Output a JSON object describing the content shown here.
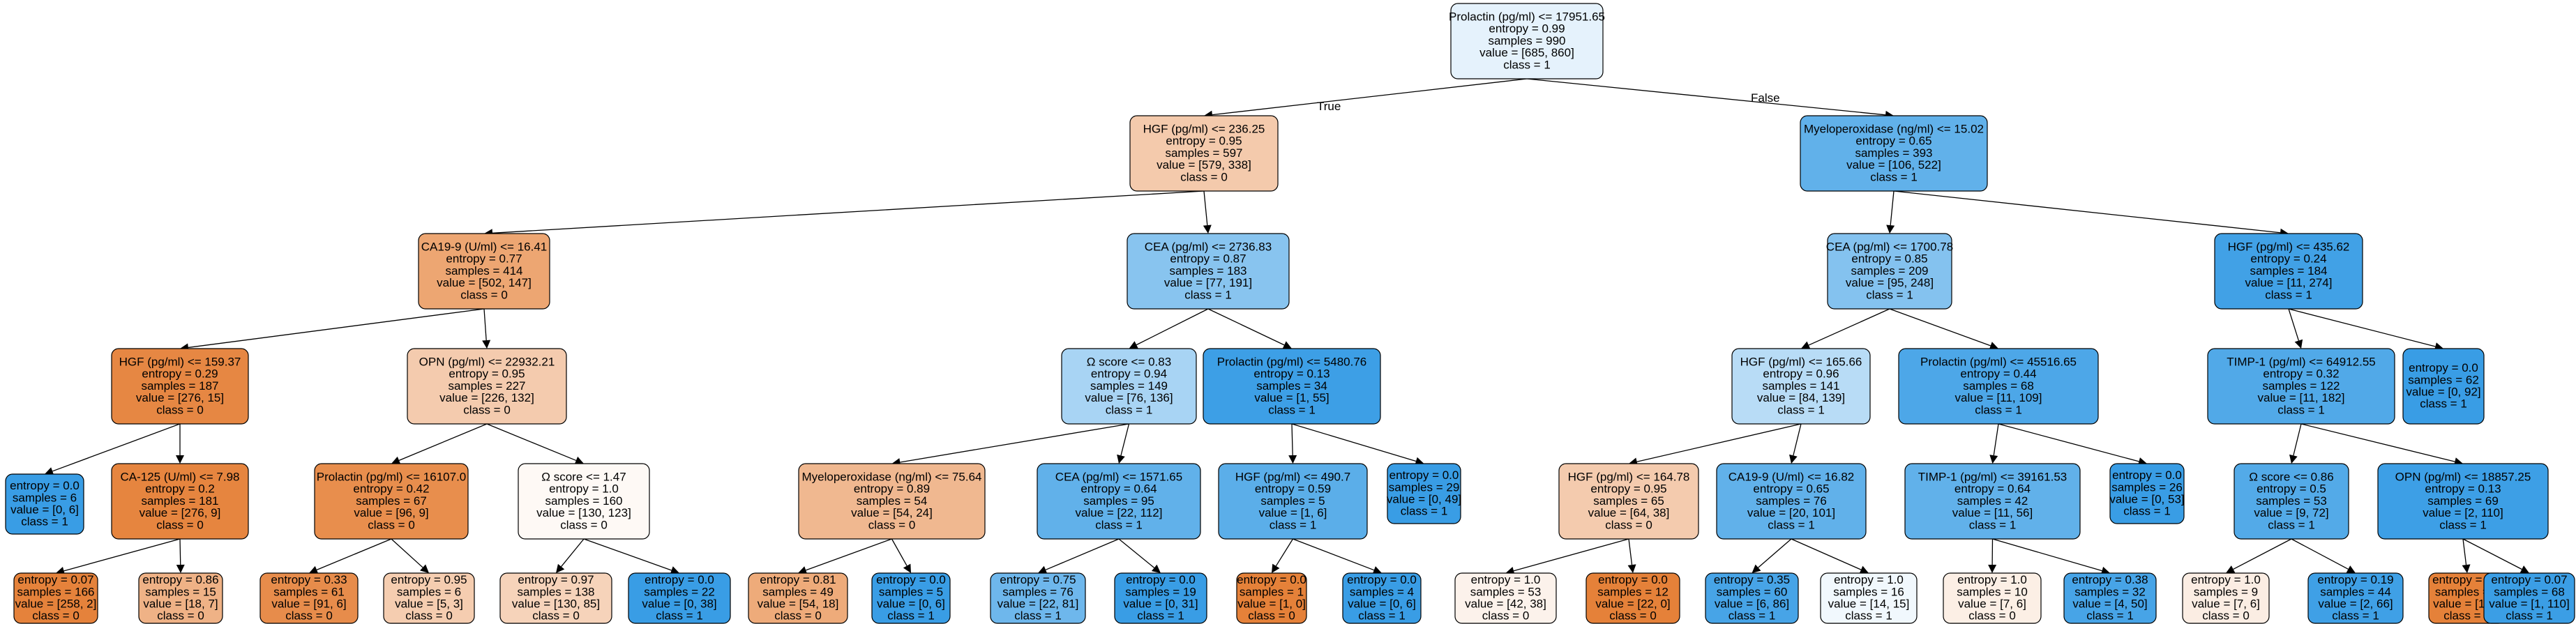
{
  "colors": {
    "class0_dark": "#e58139",
    "class1_dark": "#399de5",
    "edge": "#000000",
    "border": "#000000"
  },
  "edge_labels": {
    "true_label": "True",
    "false_label": "False"
  },
  "nodes": [
    {
      "id": "n0",
      "class": 1,
      "purity": 0.13,
      "lines": [
        "Prolactin (pg/ml) <= 17951.65",
        "entropy = 0.99",
        "samples = 990",
        "value = [685, 860]",
        "class = 1"
      ]
    },
    {
      "id": "n1",
      "class": 0,
      "purity": 0.42,
      "lines": [
        "HGF (pg/ml) <= 236.25",
        "entropy = 0.95",
        "samples = 597",
        "value = [579, 338]",
        "class = 0"
      ]
    },
    {
      "id": "n2",
      "class": 1,
      "purity": 0.8,
      "lines": [
        "Myeloperoxidase (ng/ml) <= 15.02",
        "entropy = 0.65",
        "samples = 393",
        "value = [106, 522]",
        "class = 1"
      ]
    },
    {
      "id": "n3",
      "class": 0,
      "purity": 0.71,
      "lines": [
        "CA19-9 (U/ml) <= 16.41",
        "entropy = 0.77",
        "samples = 414",
        "value = [502, 147]",
        "class = 0"
      ]
    },
    {
      "id": "n4",
      "class": 1,
      "purity": 0.6,
      "lines": [
        "CEA (pg/ml) <= 2736.83",
        "entropy = 0.87",
        "samples = 183",
        "value = [77, 191]",
        "class = 1"
      ]
    },
    {
      "id": "n5",
      "class": 1,
      "purity": 0.62,
      "lines": [
        "CEA (pg/ml) <= 1700.78",
        "entropy = 0.85",
        "samples = 209",
        "value = [95, 248]",
        "class = 1"
      ]
    },
    {
      "id": "n6",
      "class": 1,
      "purity": 0.96,
      "lines": [
        "HGF (pg/ml) <= 435.62",
        "entropy = 0.24",
        "samples = 184",
        "value = [11, 274]",
        "class = 1"
      ]
    },
    {
      "id": "n7",
      "class": 0,
      "purity": 0.95,
      "lines": [
        "HGF (pg/ml) <= 159.37",
        "entropy = 0.29",
        "samples = 187",
        "value = [276, 15]",
        "class = 0"
      ]
    },
    {
      "id": "n8",
      "class": 0,
      "purity": 0.41,
      "lines": [
        "OPN (pg/ml) <= 22932.21",
        "entropy = 0.95",
        "samples = 227",
        "value = [226, 132]",
        "class = 0"
      ]
    },
    {
      "id": "n9",
      "class": 1,
      "purity": 0.44,
      "lines": [
        "Ω score <= 0.83",
        "entropy = 0.94",
        "samples = 149",
        "value = [76, 136]",
        "class = 1"
      ]
    },
    {
      "id": "n10",
      "class": 1,
      "purity": 0.98,
      "lines": [
        "Prolactin (pg/ml) <= 5480.76",
        "entropy = 0.13",
        "samples = 34",
        "value = [1, 55]",
        "class = 1"
      ]
    },
    {
      "id": "n11",
      "class": 1,
      "purity": 0.36,
      "lines": [
        "HGF (pg/ml) <= 165.66",
        "entropy = 0.96",
        "samples = 141",
        "value = [84, 139]",
        "class = 1"
      ]
    },
    {
      "id": "n12",
      "class": 1,
      "purity": 0.9,
      "lines": [
        "Prolactin (pg/ml) <= 45516.65",
        "entropy = 0.44",
        "samples = 68",
        "value = [11, 109]",
        "class = 1"
      ]
    },
    {
      "id": "n13",
      "class": 1,
      "purity": 0.88,
      "lines": [
        "TIMP-1 (pg/ml) <= 64912.55",
        "entropy = 0.32",
        "samples = 122",
        "value = [11, 182]",
        "class = 1"
      ]
    },
    {
      "id": "n14",
      "class": 1,
      "purity": 1.0,
      "lines": [
        "entropy = 0.0",
        "samples = 62",
        "value = [0, 92]",
        "class = 1"
      ]
    },
    {
      "id": "n15",
      "class": 1,
      "purity": 1.0,
      "lines": [
        "entropy = 0.0",
        "samples = 6",
        "value = [0, 6]",
        "class = 1"
      ]
    },
    {
      "id": "n16",
      "class": 0,
      "purity": 0.97,
      "lines": [
        "CA-125 (U/ml) <= 7.98",
        "entropy = 0.2",
        "samples = 181",
        "value = [276, 9]",
        "class = 0"
      ]
    },
    {
      "id": "n17",
      "class": 0,
      "purity": 0.9,
      "lines": [
        "Prolactin (pg/ml) <= 16107.0",
        "entropy = 0.42",
        "samples = 67",
        "value = [96, 9]",
        "class = 0"
      ]
    },
    {
      "id": "n18",
      "class": 0,
      "purity": 0.05,
      "lines": [
        "Ω score <= 1.47",
        "entropy = 1.0",
        "samples = 160",
        "value = [130, 123]",
        "class = 0"
      ]
    },
    {
      "id": "n19",
      "class": 0,
      "purity": 0.56,
      "lines": [
        "Myeloperoxidase (ng/ml) <= 75.64",
        "entropy = 0.89",
        "samples = 54",
        "value = [54, 24]",
        "class = 0"
      ]
    },
    {
      "id": "n20",
      "class": 1,
      "purity": 0.8,
      "lines": [
        "CEA (pg/ml) <= 1571.65",
        "entropy = 0.64",
        "samples = 95",
        "value = [22, 112]",
        "class = 1"
      ]
    },
    {
      "id": "n21",
      "class": 1,
      "purity": 0.83,
      "lines": [
        "HGF (pg/ml) <= 490.7",
        "entropy = 0.59",
        "samples = 5",
        "value = [1, 6]",
        "class = 1"
      ]
    },
    {
      "id": "n22",
      "class": 1,
      "purity": 1.0,
      "lines": [
        "entropy = 0.0",
        "samples = 29",
        "value = [0, 49]",
        "class = 1"
      ]
    },
    {
      "id": "n23",
      "class": 0,
      "purity": 0.41,
      "lines": [
        "HGF (pg/ml) <= 164.78",
        "entropy = 0.95",
        "samples = 65",
        "value = [64, 38]",
        "class = 0"
      ]
    },
    {
      "id": "n24",
      "class": 1,
      "purity": 0.8,
      "lines": [
        "CA19-9 (U/ml) <= 16.82",
        "entropy = 0.65",
        "samples = 76",
        "value = [20, 101]",
        "class = 1"
      ]
    },
    {
      "id": "n25",
      "class": 1,
      "purity": 0.8,
      "lines": [
        "TIMP-1 (pg/ml) <= 39161.53",
        "entropy = 0.64",
        "samples = 42",
        "value = [11, 56]",
        "class = 1"
      ]
    },
    {
      "id": "n26",
      "class": 1,
      "purity": 1.0,
      "lines": [
        "entropy = 0.0",
        "samples = 26",
        "value = [0, 53]",
        "class = 1"
      ]
    },
    {
      "id": "n27",
      "class": 1,
      "purity": 0.87,
      "lines": [
        "Ω score <= 0.86",
        "entropy = 0.5",
        "samples = 53",
        "value = [9, 72]",
        "class = 1"
      ]
    },
    {
      "id": "n28",
      "class": 1,
      "purity": 0.98,
      "lines": [
        "OPN (pg/ml) <= 18857.25",
        "entropy = 0.13",
        "samples = 69",
        "value = [2, 110]",
        "class = 1"
      ]
    },
    {
      "id": "n29",
      "class": 0,
      "purity": 0.99,
      "lines": [
        "entropy = 0.07",
        "samples = 166",
        "value = [258, 2]",
        "class = 0"
      ]
    },
    {
      "id": "n30",
      "class": 0,
      "purity": 0.61,
      "lines": [
        "entropy = 0.86",
        "samples = 15",
        "value = [18, 7]",
        "class = 0"
      ]
    },
    {
      "id": "n31",
      "class": 0,
      "purity": 0.91,
      "lines": [
        "entropy = 0.33",
        "samples = 61",
        "value = [91, 6]",
        "class = 0"
      ]
    },
    {
      "id": "n32",
      "class": 0,
      "purity": 0.4,
      "lines": [
        "entropy = 0.95",
        "samples = 6",
        "value = [5, 3]",
        "class = 0"
      ]
    },
    {
      "id": "n33",
      "class": 0,
      "purity": 0.35,
      "lines": [
        "entropy = 0.97",
        "samples = 138",
        "value = [130, 85]",
        "class = 0"
      ]
    },
    {
      "id": "n34",
      "class": 1,
      "purity": 1.0,
      "lines": [
        "entropy = 0.0",
        "samples = 22",
        "value = [0, 38]",
        "class = 1"
      ]
    },
    {
      "id": "n35",
      "class": 0,
      "purity": 0.67,
      "lines": [
        "entropy = 0.81",
        "samples = 49",
        "value = [54, 18]",
        "class = 0"
      ]
    },
    {
      "id": "n36",
      "class": 1,
      "purity": 1.0,
      "lines": [
        "entropy = 0.0",
        "samples = 5",
        "value = [0, 6]",
        "class = 1"
      ]
    },
    {
      "id": "n37",
      "class": 1,
      "purity": 0.73,
      "lines": [
        "entropy = 0.75",
        "samples = 76",
        "value = [22, 81]",
        "class = 1"
      ]
    },
    {
      "id": "n38",
      "class": 1,
      "purity": 1.0,
      "lines": [
        "entropy = 0.0",
        "samples = 19",
        "value = [0, 31]",
        "class = 1"
      ]
    },
    {
      "id": "n39",
      "class": 0,
      "purity": 1.0,
      "lines": [
        "entropy = 0.0",
        "samples = 1",
        "value = [1, 0]",
        "class = 0"
      ]
    },
    {
      "id": "n40",
      "class": 1,
      "purity": 1.0,
      "lines": [
        "entropy = 0.0",
        "samples = 4",
        "value = [0, 6]",
        "class = 1"
      ]
    },
    {
      "id": "n41",
      "class": 0,
      "purity": 0.1,
      "lines": [
        "entropy = 1.0",
        "samples = 53",
        "value = [42, 38]",
        "class = 0"
      ]
    },
    {
      "id": "n42",
      "class": 0,
      "purity": 1.0,
      "lines": [
        "entropy = 0.0",
        "samples = 12",
        "value = [22, 0]",
        "class = 0"
      ]
    },
    {
      "id": "n43",
      "class": 1,
      "purity": 0.93,
      "lines": [
        "entropy = 0.35",
        "samples = 60",
        "value = [6, 86]",
        "class = 1"
      ]
    },
    {
      "id": "n44",
      "class": 1,
      "purity": 0.07,
      "lines": [
        "entropy = 1.0",
        "samples = 16",
        "value = [14, 15]",
        "class = 1"
      ]
    },
    {
      "id": "n45",
      "class": 0,
      "purity": 0.13,
      "lines": [
        "entropy = 1.0",
        "samples = 10",
        "value = [7, 6]",
        "class = 0"
      ]
    },
    {
      "id": "n46",
      "class": 1,
      "purity": 0.93,
      "lines": [
        "entropy = 0.38",
        "samples = 32",
        "value = [4, 50]",
        "class = 1"
      ]
    },
    {
      "id": "n47",
      "class": 0,
      "purity": 0.14,
      "lines": [
        "entropy = 1.0",
        "samples = 9",
        "value = [7, 6]",
        "class = 0"
      ]
    },
    {
      "id": "n48",
      "class": 1,
      "purity": 0.97,
      "lines": [
        "entropy = 0.19",
        "samples = 44",
        "value = [2, 66]",
        "class = 1"
      ]
    },
    {
      "id": "n49",
      "class": 0,
      "purity": 1.0,
      "lines": [
        "entropy = 0.0",
        "samples = 1",
        "value = [1, 0]",
        "class = 0"
      ]
    },
    {
      "id": "n50",
      "class": 1,
      "purity": 0.99,
      "lines": [
        "entropy = 0.07",
        "samples = 68",
        "value = [1, 110]",
        "class = 1"
      ]
    }
  ],
  "edges": [
    [
      "n0",
      "n1"
    ],
    [
      "n0",
      "n2"
    ],
    [
      "n1",
      "n3"
    ],
    [
      "n1",
      "n4"
    ],
    [
      "n2",
      "n5"
    ],
    [
      "n2",
      "n6"
    ],
    [
      "n3",
      "n7"
    ],
    [
      "n3",
      "n8"
    ],
    [
      "n4",
      "n9"
    ],
    [
      "n4",
      "n10"
    ],
    [
      "n5",
      "n11"
    ],
    [
      "n5",
      "n12"
    ],
    [
      "n6",
      "n13"
    ],
    [
      "n6",
      "n14"
    ],
    [
      "n7",
      "n15"
    ],
    [
      "n7",
      "n16"
    ],
    [
      "n8",
      "n17"
    ],
    [
      "n8",
      "n18"
    ],
    [
      "n9",
      "n19"
    ],
    [
      "n9",
      "n20"
    ],
    [
      "n10",
      "n21"
    ],
    [
      "n10",
      "n22"
    ],
    [
      "n11",
      "n23"
    ],
    [
      "n11",
      "n24"
    ],
    [
      "n12",
      "n25"
    ],
    [
      "n12",
      "n26"
    ],
    [
      "n13",
      "n27"
    ],
    [
      "n13",
      "n28"
    ],
    [
      "n16",
      "n29"
    ],
    [
      "n16",
      "n30"
    ],
    [
      "n17",
      "n31"
    ],
    [
      "n17",
      "n32"
    ],
    [
      "n18",
      "n33"
    ],
    [
      "n18",
      "n34"
    ],
    [
      "n19",
      "n35"
    ],
    [
      "n19",
      "n36"
    ],
    [
      "n20",
      "n37"
    ],
    [
      "n20",
      "n38"
    ],
    [
      "n21",
      "n39"
    ],
    [
      "n21",
      "n40"
    ],
    [
      "n23",
      "n41"
    ],
    [
      "n23",
      "n42"
    ],
    [
      "n24",
      "n43"
    ],
    [
      "n24",
      "n44"
    ],
    [
      "n25",
      "n45"
    ],
    [
      "n25",
      "n46"
    ],
    [
      "n27",
      "n47"
    ],
    [
      "n27",
      "n48"
    ],
    [
      "n28",
      "n49"
    ],
    [
      "n28",
      "n50"
    ]
  ]
}
